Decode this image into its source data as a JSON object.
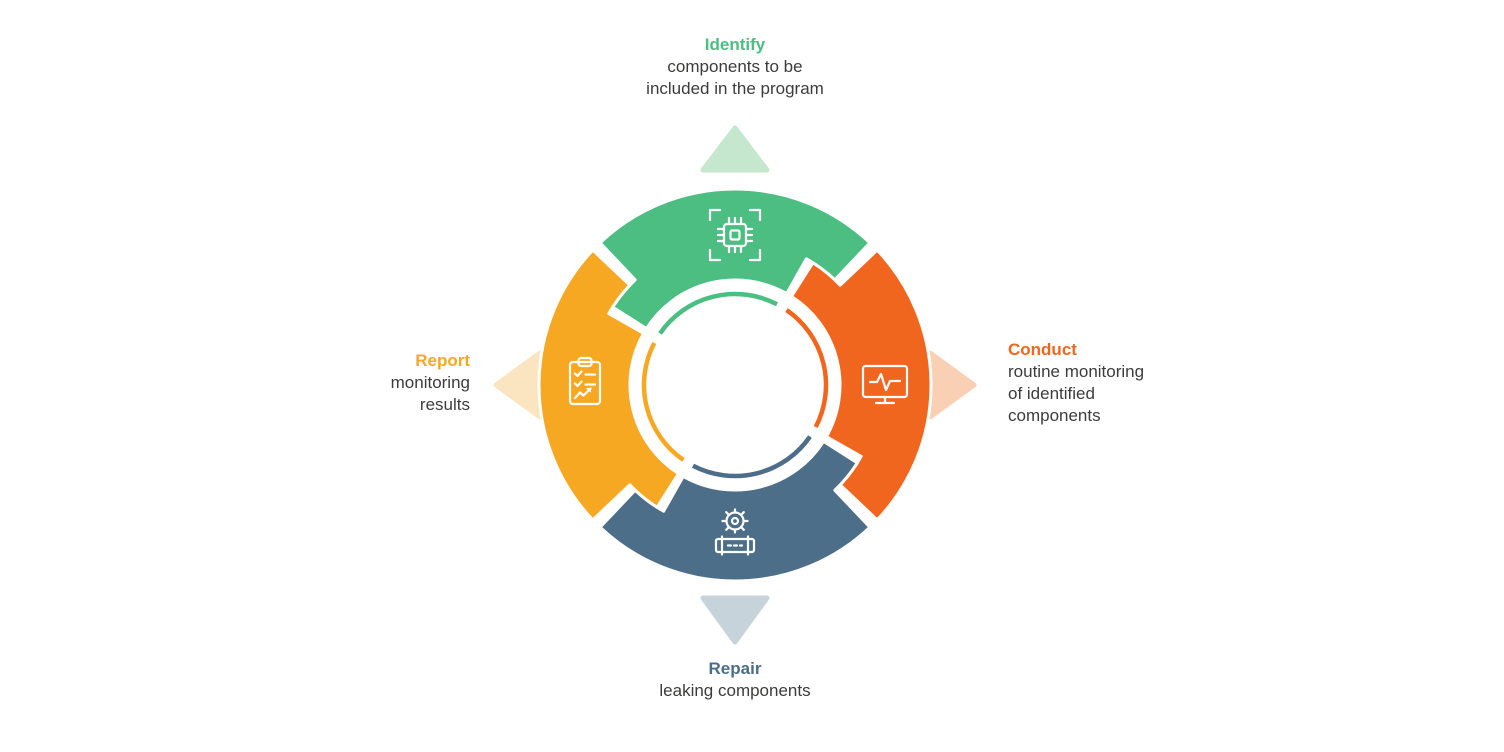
{
  "diagram": {
    "type": "cycle",
    "text_color": "#3C3C3B",
    "segments": [
      {
        "id": "identify",
        "position": "top",
        "title": "Identify",
        "lines": [
          "components to be",
          "included in the program"
        ],
        "color": "#4DBE82",
        "arrow_color": "#C5E7CE",
        "icon": "chip-icon"
      },
      {
        "id": "conduct",
        "position": "right",
        "title": "Conduct",
        "lines": [
          "routine monitoring",
          "of identified",
          "components"
        ],
        "color": "#F1661F",
        "arrow_color": "#FAD0B4",
        "icon": "monitor-pulse-icon"
      },
      {
        "id": "repair",
        "position": "bottom",
        "title": "Repair",
        "lines": [
          "leaking components"
        ],
        "color": "#4C6E88",
        "arrow_color": "#C7D3DA",
        "icon": "gear-pipe-icon"
      },
      {
        "id": "report",
        "position": "left",
        "title": "Report",
        "lines": [
          "monitoring",
          "results"
        ],
        "color": "#F7A823",
        "arrow_color": "#FBE5C0",
        "icon": "clipboard-icon"
      }
    ]
  }
}
